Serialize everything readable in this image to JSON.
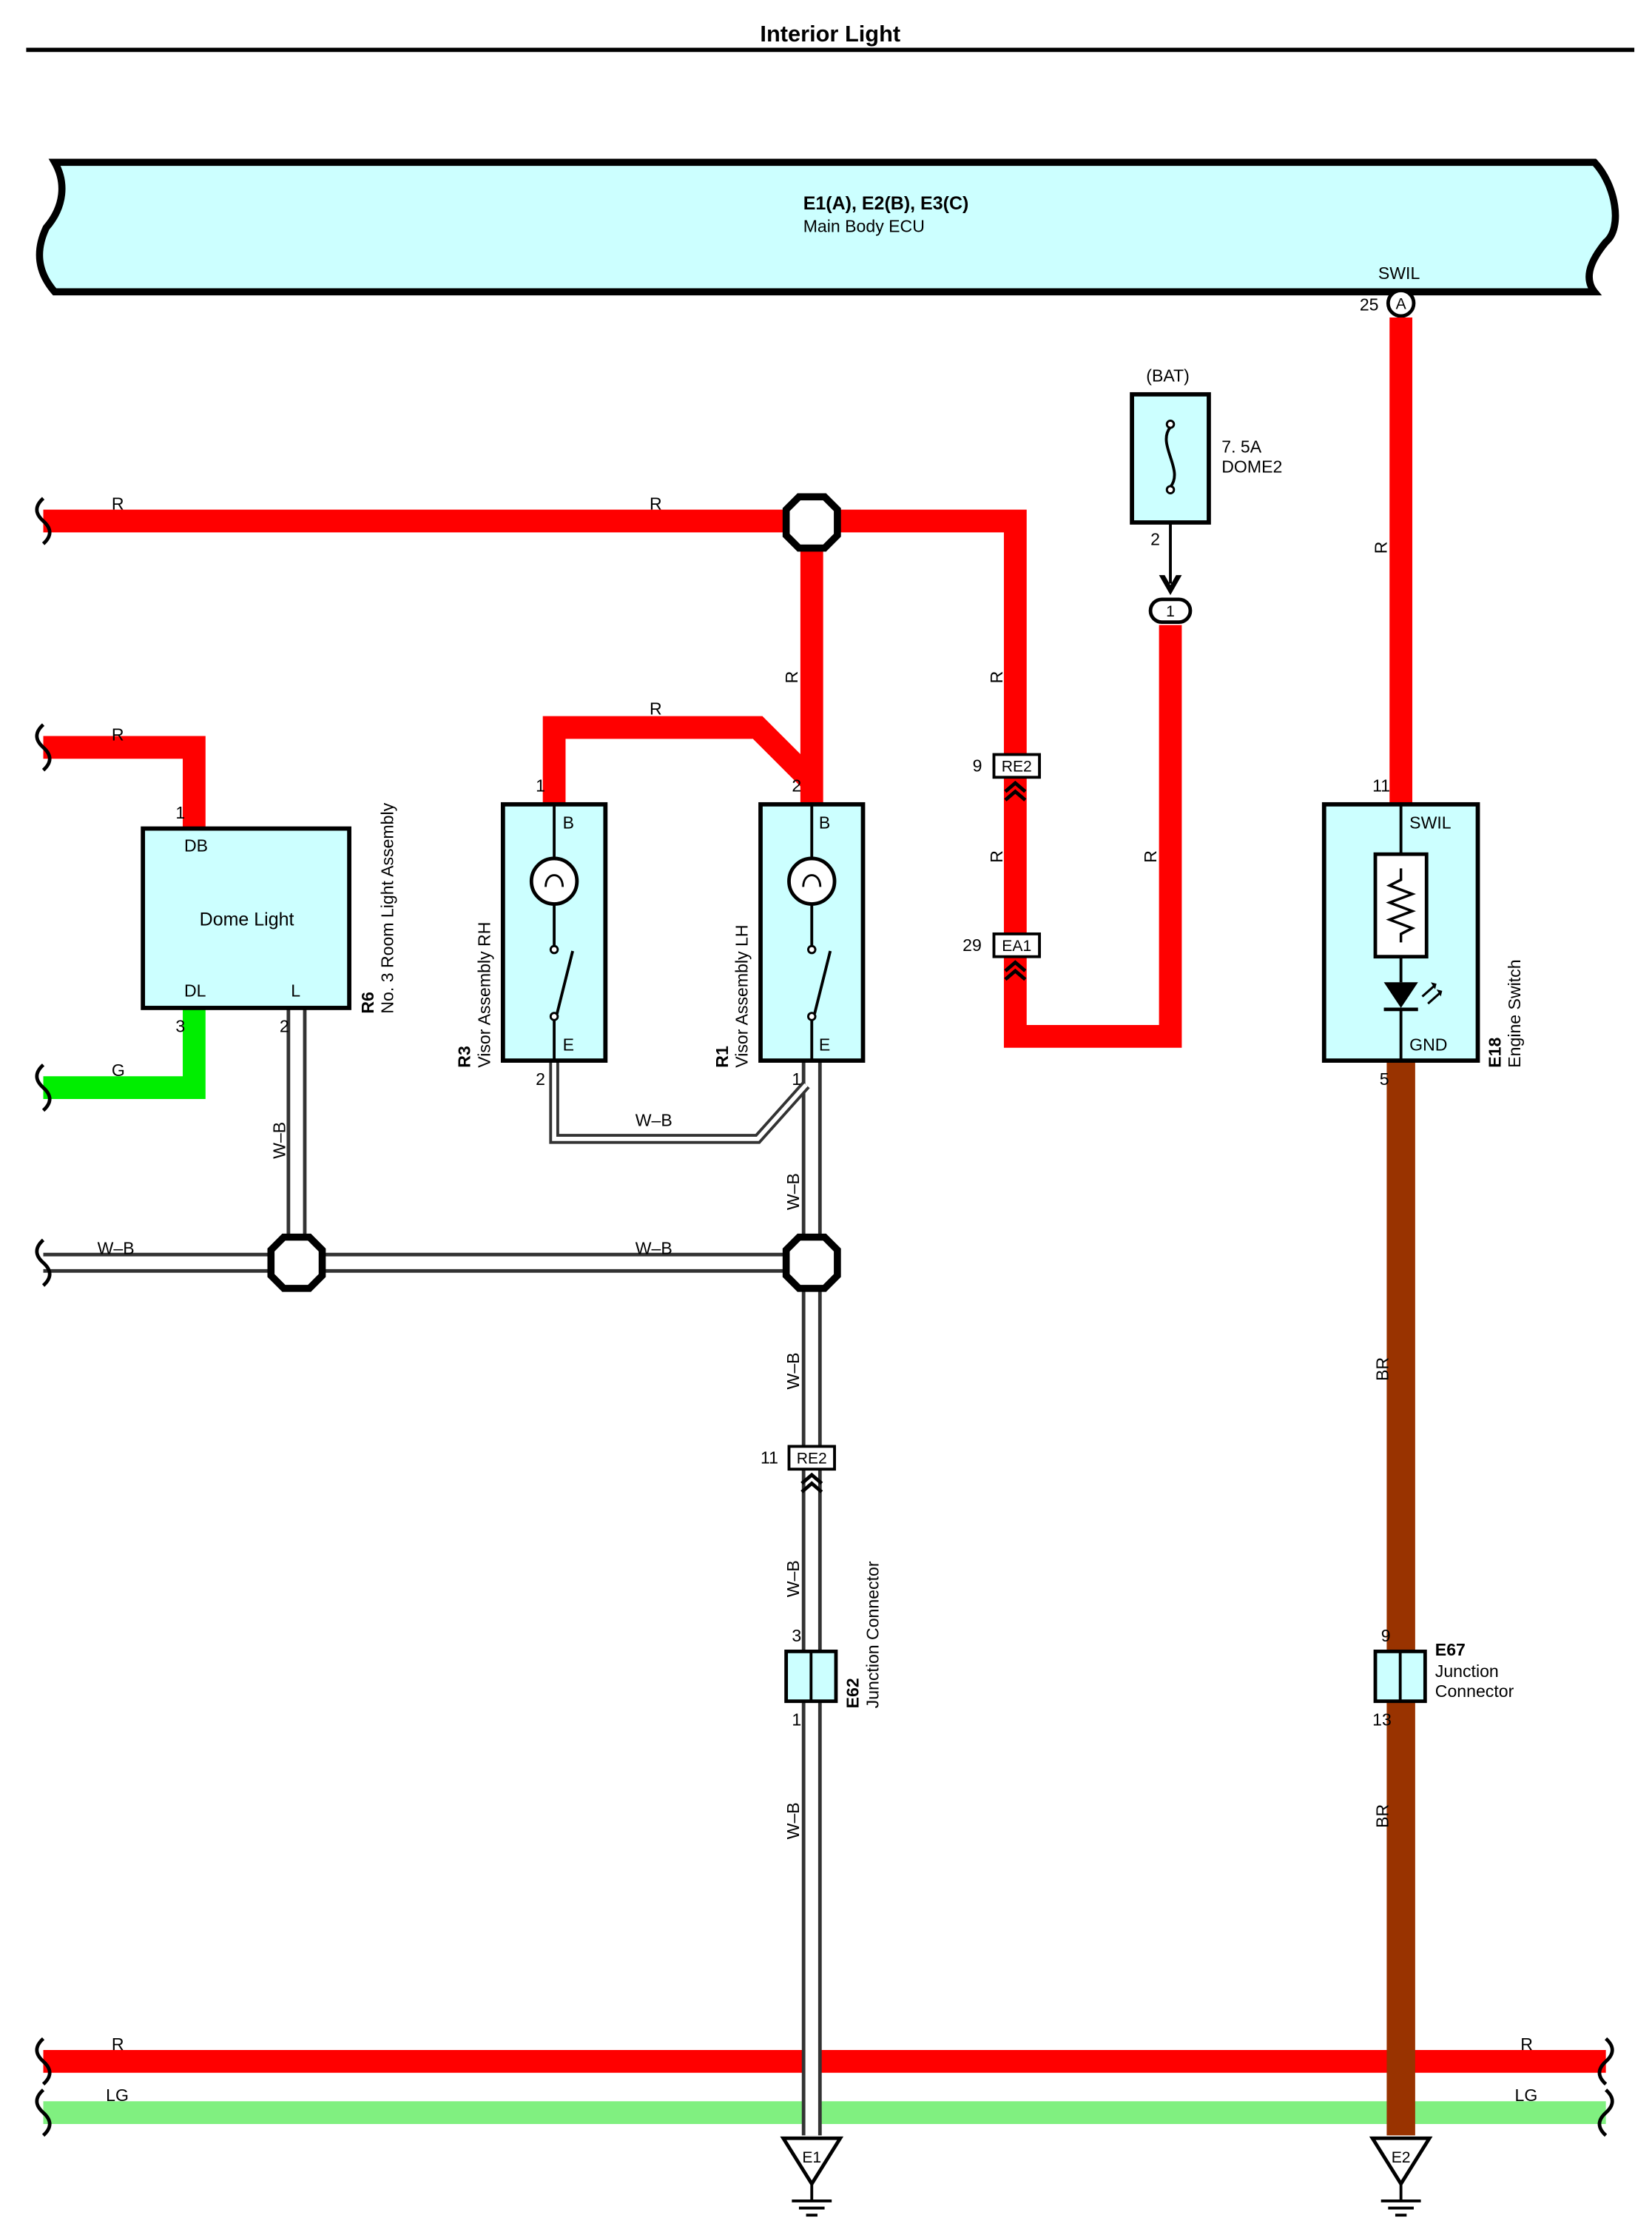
{
  "title": "Interior Light",
  "ecu": {
    "codes": "E1(A), E2(B), E3(C)",
    "name": "Main Body ECU",
    "terminal": "SWIL",
    "pin": "25",
    "connector": "A"
  },
  "fuse": {
    "source": "(BAT)",
    "rating": "7. 5A",
    "name": "DOME2",
    "pin": "2",
    "junction_pin": "1"
  },
  "dome_light": {
    "code": "R6",
    "name": "No. 3 Room Light Assembly",
    "label": "Dome Light",
    "terminals": [
      "DB",
      "DL",
      "L"
    ],
    "pins": [
      "1",
      "3",
      "2"
    ]
  },
  "visor_rh": {
    "code": "R3",
    "name": "Visor Assembly RH",
    "terminals": [
      "B",
      "E"
    ],
    "pins": [
      "1",
      "2"
    ]
  },
  "visor_lh": {
    "code": "R1",
    "name": "Visor Assembly LH",
    "terminals": [
      "B",
      "E"
    ],
    "pins": [
      "2",
      "1"
    ]
  },
  "engine_switch": {
    "code": "E18",
    "name": "Engine Switch",
    "terminals": [
      "SWIL",
      "GND"
    ],
    "pins": [
      "11",
      "5"
    ]
  },
  "connectors": {
    "re2_top": {
      "code": "RE2",
      "pin": "9"
    },
    "ea1": {
      "code": "EA1",
      "pin": "29"
    },
    "re2_bottom": {
      "code": "RE2",
      "pin": "11"
    }
  },
  "junction_e62": {
    "code": "E62",
    "name": "Junction Connector",
    "pins": [
      "3",
      "1"
    ]
  },
  "junction_e67": {
    "code": "E67",
    "name": "Junction Connector",
    "pins": [
      "9",
      "13"
    ]
  },
  "grounds": [
    "E1",
    "E2"
  ],
  "wire_labels": {
    "r": "R",
    "g": "G",
    "wb": "W–B",
    "br": "BR",
    "lg": "LG"
  },
  "colors": {
    "red": "#ff0000",
    "green": "#00ee00",
    "light_green": "#80f080",
    "brown": "#993300",
    "component_fill": "#ccffff"
  }
}
